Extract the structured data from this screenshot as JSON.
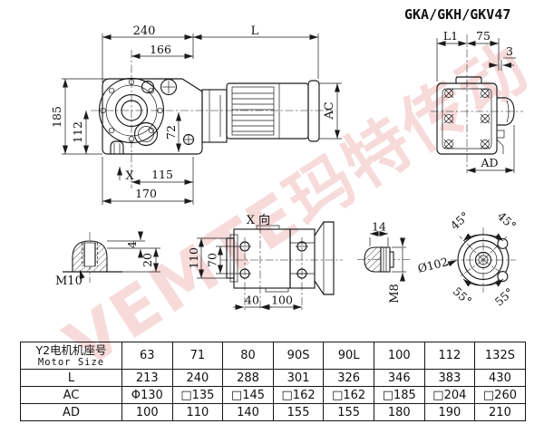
{
  "title": "GKA/GKH/GKV47",
  "watermark": "VEMTE玛特传动",
  "colors": {
    "watermark_pink": "#eda8a8",
    "line": "#1b1b1b",
    "background": "#ffffff"
  },
  "views": {
    "main": {
      "label_240": "240",
      "label_L": "L",
      "label_166": "166",
      "label_185": "185",
      "label_112": "112",
      "label_72": "72",
      "label_X": "X",
      "label_115": "115",
      "label_170": "170",
      "label_AC": "AC"
    },
    "side": {
      "label_L1": "L1",
      "label_75": "75",
      "label_3": "3",
      "label_AD": "AD"
    },
    "m10": {
      "label_4": "4",
      "label_20": "20",
      "label_M10": "M10"
    },
    "xview": {
      "title": "X 向",
      "label_110": "110",
      "label_70": "70",
      "label_40": "40",
      "label_100": "100"
    },
    "m8": {
      "label_14": "14",
      "label_M8": "M8"
    },
    "flange": {
      "label_dia": "Ø102",
      "label_45a": "45°",
      "label_45b": "45°",
      "label_55a": "55°",
      "label_55b": "55°"
    }
  },
  "table": {
    "header": {
      "cn": "Y2电机机座号",
      "en": "Motor Size"
    },
    "columns": [
      "63",
      "71",
      "80",
      "90S",
      "90L",
      "100",
      "112",
      "132S"
    ],
    "rows": [
      {
        "label": "L",
        "values": [
          "213",
          "240",
          "288",
          "301",
          "326",
          "346",
          "383",
          "430"
        ]
      },
      {
        "label": "AC",
        "values": [
          "Φ130",
          "□135",
          "□145",
          "□162",
          "□162",
          "□185",
          "□204",
          "□260"
        ]
      },
      {
        "label": "AD",
        "values": [
          "100",
          "110",
          "140",
          "155",
          "155",
          "180",
          "190",
          "210"
        ]
      }
    ]
  }
}
